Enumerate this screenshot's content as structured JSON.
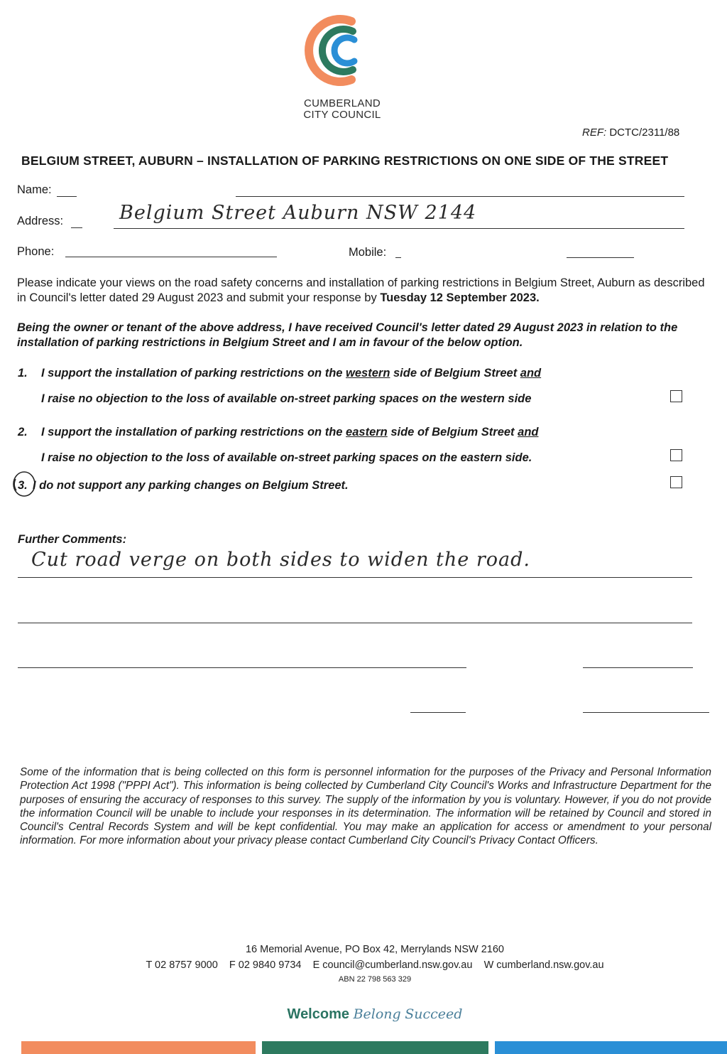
{
  "header": {
    "org_line1": "CUMBERLAND",
    "org_line2": "CITY COUNCIL",
    "ref_label": "REF:",
    "ref_value": "DCTC/2311/88"
  },
  "title": "BELGIUM STREET, AUBURN – INSTALLATION OF PARKING RESTRICTIONS ON ONE SIDE OF THE STREET",
  "fields": {
    "name_label": "Name:",
    "name_value": "",
    "address_label": "Address:",
    "address_value": "Belgium Street Auburn NSW 2144",
    "phone_label": "Phone:",
    "phone_value": "",
    "mobile_label": "Mobile:",
    "mobile_value": ""
  },
  "instructions": {
    "text": "Please indicate your views on the road safety concerns and installation of parking restrictions in Belgium Street, Auburn as described in Council's letter dated 29 August 2023 and submit your response by",
    "deadline": "Tuesday 12 September 2023."
  },
  "statement": "Being the owner or tenant of the above address, I have received Council's letter dated 29 August 2023 in relation to the installation of parking restrictions in Belgium Street and I am in favour of the below option.",
  "options": [
    {
      "number": "1.",
      "pre": "I support the installation of parking restrictions on the",
      "side": "western",
      "post": "side of Belgium Street",
      "conj": "and",
      "line2": "I raise no objection to the loss of available on-street parking spaces on the western side",
      "checked": false
    },
    {
      "number": "2.",
      "pre": "I support the installation of parking restrictions on the",
      "side": "eastern",
      "post": "side of Belgium Street",
      "conj": "and",
      "line2": "I raise no objection to the loss of available on-street parking spaces on the eastern side.",
      "checked": false
    },
    {
      "number": "3.",
      "text": "I do not support any parking changes on Belgium Street.",
      "checked": false,
      "circled": true
    }
  ],
  "comments": {
    "label": "Further Comments:",
    "value": "Cut road verge on both sides to widen the road."
  },
  "privacy": "Some of the information that is being collected on this form is personnel information for the purposes of the Privacy and Personal Information Protection Act 1998 (\"PPPI Act\"). This information is being collected by Cumberland City Council's Works and Infrastructure Department for the purposes of ensuring the accuracy of responses to this survey. The supply of the information by you is voluntary. However, if you do not provide the information Council will be unable to include your responses in its determination. The information will be retained by Council and stored in Council's Central Records System and will be kept confidential. You may make an application for access or amendment to your personal information. For more information about your privacy please contact Cumberland City Council's Privacy Contact Officers.",
  "footer": {
    "address": "16 Memorial Avenue, PO Box 42, Merrylands NSW 2160",
    "phone": "T 02 8757 9000",
    "fax": "F 02 9840 9734",
    "email": "E council@cumberland.nsw.gov.au",
    "web": "W cumberland.nsw.gov.au",
    "abn": "ABN 22 798 563 329",
    "tagline_1": "Welcome",
    "tagline_2": "Belong",
    "tagline_3": "Succeed"
  },
  "colors": {
    "orange": "#f28c5e",
    "green": "#2d7a5f",
    "blue": "#2a8fd6",
    "teal": "#3e8e84"
  }
}
